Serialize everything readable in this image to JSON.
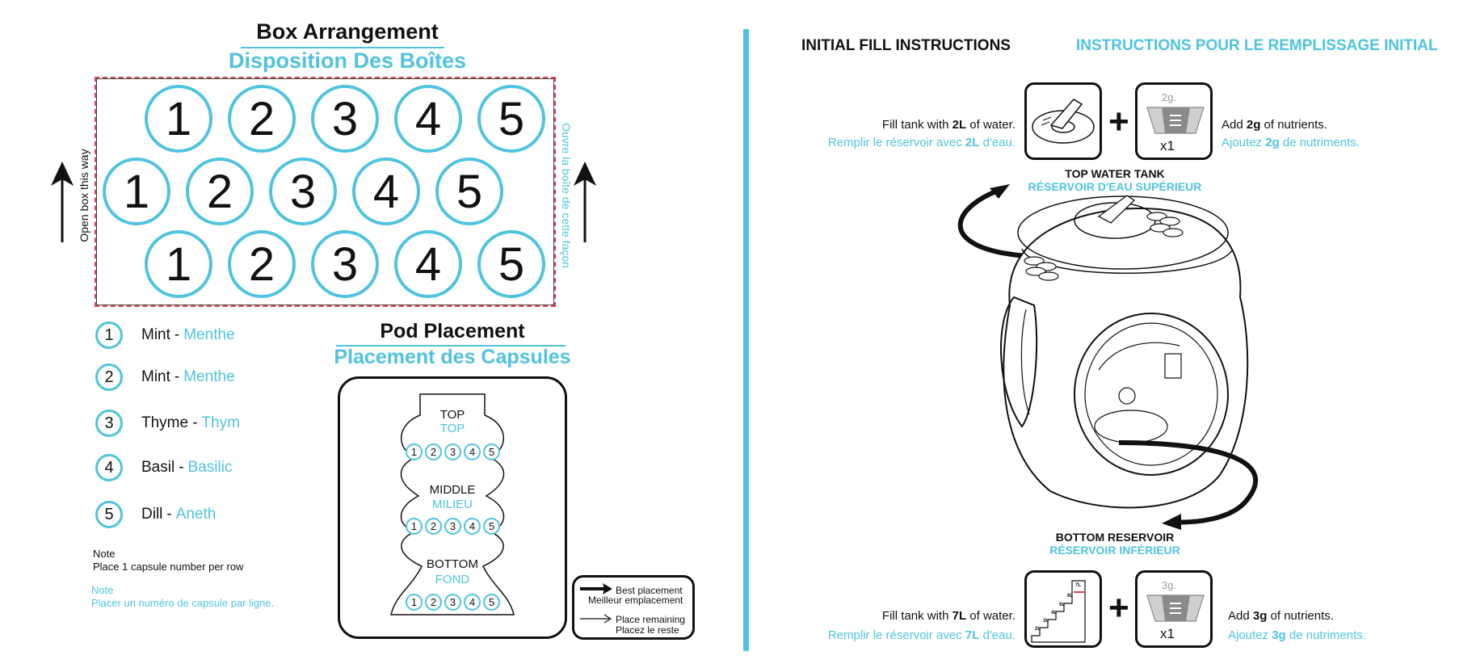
{
  "box": {
    "title_en": "Box Arrangement",
    "title_fr": "Disposition Des Boîtes",
    "open_en": "Open box this way",
    "open_fr": "Ouvre la boîte de cette façon",
    "rows": [
      [
        "1",
        "2",
        "3",
        "4",
        "5"
      ],
      [
        "1",
        "2",
        "3",
        "4",
        "5"
      ],
      [
        "1",
        "2",
        "3",
        "4",
        "5"
      ]
    ]
  },
  "legend": [
    {
      "num": "1",
      "en": "Mint",
      "fr": "Menthe"
    },
    {
      "num": "2",
      "en": "Mint",
      "fr": "Menthe"
    },
    {
      "num": "3",
      "en": "Thyme",
      "fr": "Thym"
    },
    {
      "num": "4",
      "en": "Basil",
      "fr": "Basilic"
    },
    {
      "num": "5",
      "en": "Dill",
      "fr": "Aneth"
    }
  ],
  "separator": "-",
  "note": {
    "label_en": "Note",
    "text_en": "Place 1 capsule number per row",
    "label_fr": "Note",
    "text_fr": "Placer un numéro de capsule par ligne."
  },
  "pod": {
    "title_en": "Pod Placement",
    "title_fr": "Placement des Capsules",
    "levels": [
      {
        "en": "TOP",
        "fr": "TOP"
      },
      {
        "en": "MIDDLE",
        "fr": "MILIEU"
      },
      {
        "en": "BOTTOM",
        "fr": "FOND"
      }
    ],
    "numbers": [
      "1",
      "2",
      "3",
      "4",
      "5"
    ],
    "key": {
      "best_en": "Best placement",
      "best_fr": "Meilleur emplacement",
      "rest_en": "Place remaining",
      "rest_fr": "Placez le reste"
    }
  },
  "fill": {
    "title_en": "INITIAL FILL INSTRUCTIONS",
    "title_fr": "INSTRUCTIONS POUR LE REMPLISSAGE INITIAL",
    "top": {
      "water_pre": "Fill tank with ",
      "water_amount": "2L",
      "water_post": " of water.",
      "water_fr_pre": "Remplir le réservoir avec ",
      "water_fr_amount": "2L",
      "water_fr_post": " d'eau.",
      "nut_pre": "Add ",
      "nut_amount": "2g",
      "nut_post": " of nutrients.",
      "nut_fr_pre": "Ajoutez ",
      "nut_fr_amount": "2g",
      "nut_fr_post": " de nutriments.",
      "scoop_label": "2g.",
      "multiplier": "x1",
      "tank_en": "TOP WATER TANK",
      "tank_fr": "RÉSERVOIR D'EAU SUPÉRIEUR"
    },
    "bottom": {
      "water_pre": "Fill tank with ",
      "water_amount": "7L",
      "water_post": " of water.",
      "water_fr_pre": "Remplir le réservoir avec ",
      "water_fr_amount": "7L",
      "water_fr_post": " d'eau.",
      "nut_pre": "Add ",
      "nut_amount": "3g",
      "nut_post": " of nutrients.",
      "nut_fr_pre": "Ajoutez ",
      "nut_fr_amount": "3g",
      "nut_fr_post": " de nutriments.",
      "scoop_label": "3g.",
      "multiplier": "x1",
      "tank_en": "BOTTOM RESERVOIR",
      "tank_fr": "RÉSERVOIR INFÉRIEUR",
      "steps": [
        "7L",
        "6L",
        "5L",
        "4L",
        "3L",
        "2L"
      ]
    },
    "plus": "+"
  },
  "colors": {
    "accent": "#4fc3df",
    "ink": "#111111",
    "dash": "#e0405a"
  }
}
